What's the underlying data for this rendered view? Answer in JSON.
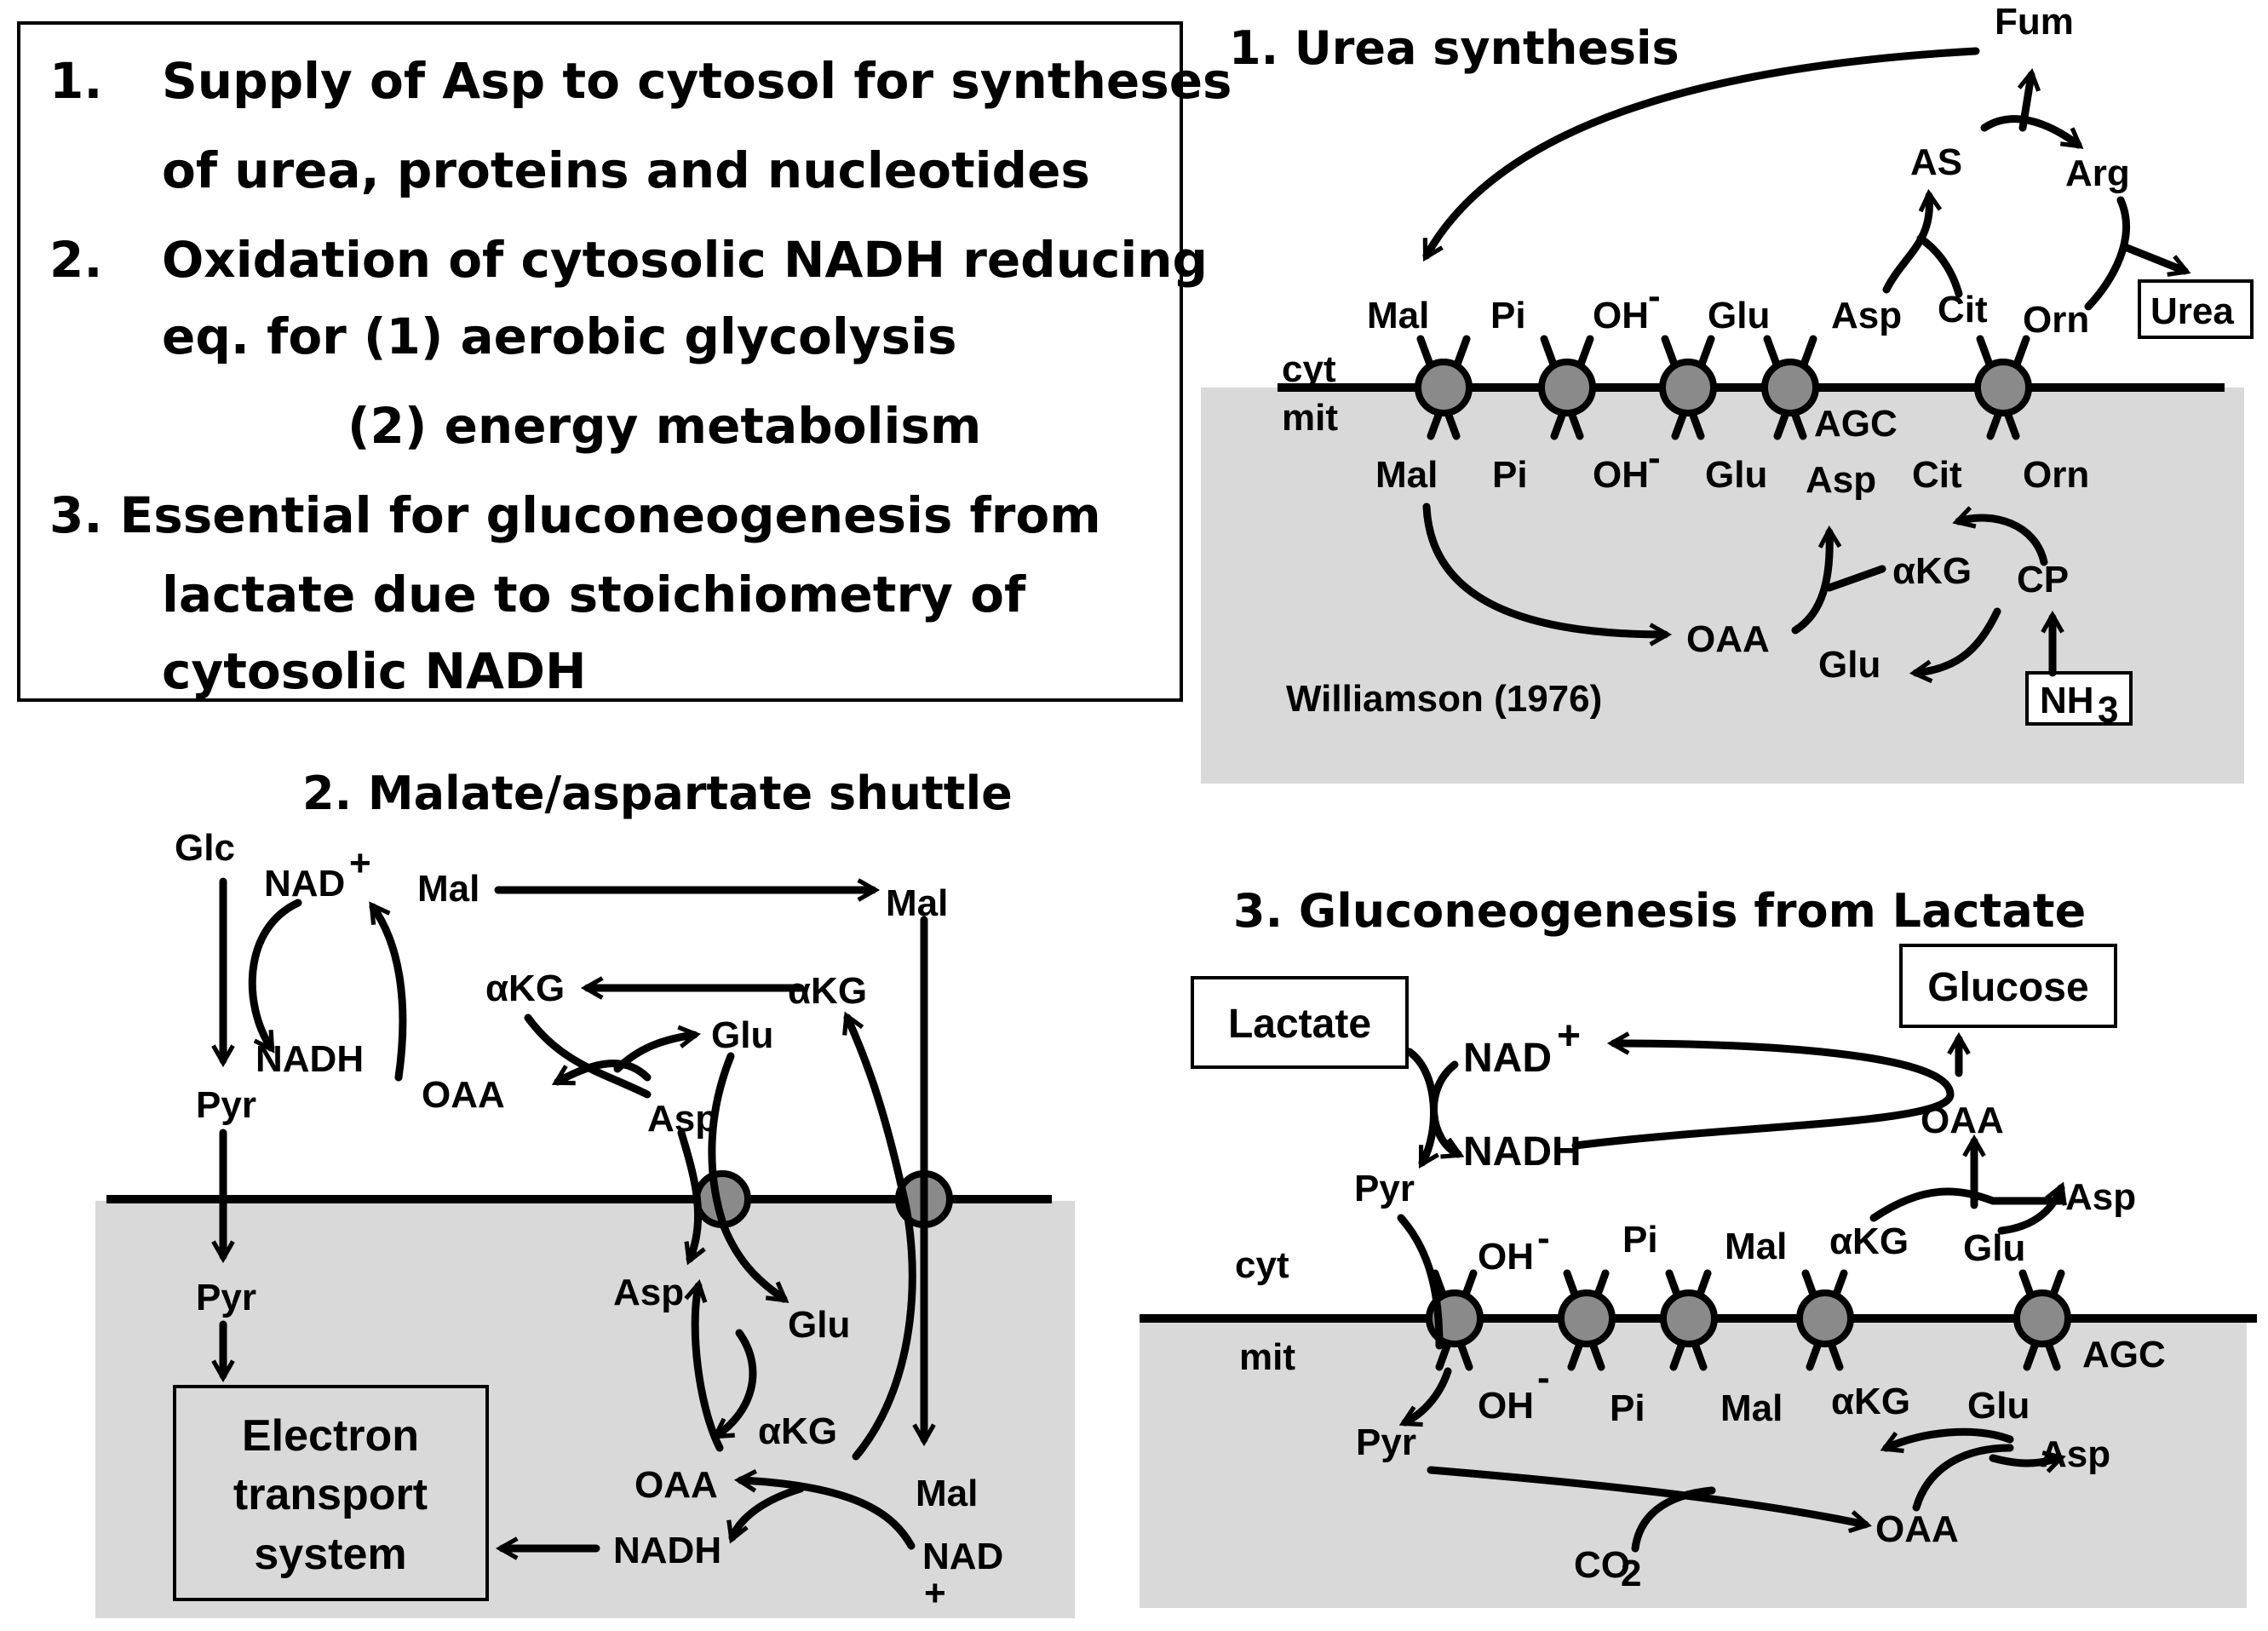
{
  "intro_box": {
    "n1": "1.",
    "l1a": "Supply of Asp to cytosol for syntheses",
    "l1b": "of urea, proteins and nucleotides",
    "n2": "2.",
    "l2a": "Oxidation of cytosolic NADH reducing",
    "l2b": "eq. for (1) aerobic glycolysis",
    "l2c": "(2) energy metabolism",
    "l3a": "3.  Essential for gluconeogenesis from",
    "l3b": "lactate due to stoichiometry of",
    "l3c": "cytosolic NADH"
  },
  "urea": {
    "title": "1.  Urea synthesis",
    "cyt": "cyt",
    "mit": "mit",
    "fum": "Fum",
    "as": "AS",
    "arg": "Arg",
    "urea": "Urea",
    "mal_c": "Mal",
    "pi_c": "Pi",
    "oh_c": "OH",
    "oh_sup": "-",
    "glu_c": "Glu",
    "asp_c": "Asp",
    "cit_c": "Cit",
    "orn_c": "Orn",
    "agc": "AGC",
    "mal_m": "Mal",
    "pi_m": "Pi",
    "oh_m": "OH",
    "glu_m": "Glu",
    "asp_m": "Asp",
    "cit_m": "Cit",
    "orn_m": "Orn",
    "akg": "αKG",
    "cp": "CP",
    "oaa": "OAA",
    "glu_b": "Glu",
    "nh3": "NH",
    "nh3_sub": "3",
    "ref": "Williamson    (1976)"
  },
  "shuttle": {
    "title": "2.  Malate/aspartate shuttle",
    "glc": "Glc",
    "nad_plus": "NAD",
    "nad_sup": "+",
    "mal_top": "Mal",
    "mal_right": "Mal",
    "akg_l": "αKG",
    "akg_r": "αKG",
    "glu_top": "Glu",
    "nadh": "NADH",
    "oaa_top": "OAA",
    "asp_top": "Asp",
    "pyr_top": "Pyr",
    "pyr_bot": "Pyr",
    "asp_m": "Asp",
    "glu_m": "Glu",
    "akg_m": "αKG",
    "oaa_m": "OAA",
    "mal_m": "Mal",
    "nadh_m": "NADH",
    "nad_m": "NAD",
    "nad_m_plus": "+",
    "ets_1": "Electron",
    "ets_2": "transport",
    "ets_3": "system"
  },
  "gluco": {
    "title": "3.  Gluconeogenesis from Lactate",
    "lactate": "Lactate",
    "glucose": "Glucose",
    "nad_plus": "NAD",
    "nad_sup": "+",
    "nadh": "NADH",
    "oaa_top": "OAA",
    "pyr_top": "Pyr",
    "asp_top": "Asp",
    "glu_top": "Glu",
    "akg_top": "αKG",
    "mal_top": "Mal",
    "pi_top": "Pi",
    "oh_top": "OH",
    "minus": "-",
    "cyt": "cyt",
    "mit": "mit",
    "agc": "AGC",
    "oh_b": "OH",
    "pi_b": "Pi",
    "mal_b": "Mal",
    "akg_b": "αKG",
    "glu_b": "Glu",
    "asp_b": "Asp",
    "pyr_b": "Pyr",
    "co2": "CO",
    "co2_sub": "2",
    "oaa_b": "OAA"
  }
}
